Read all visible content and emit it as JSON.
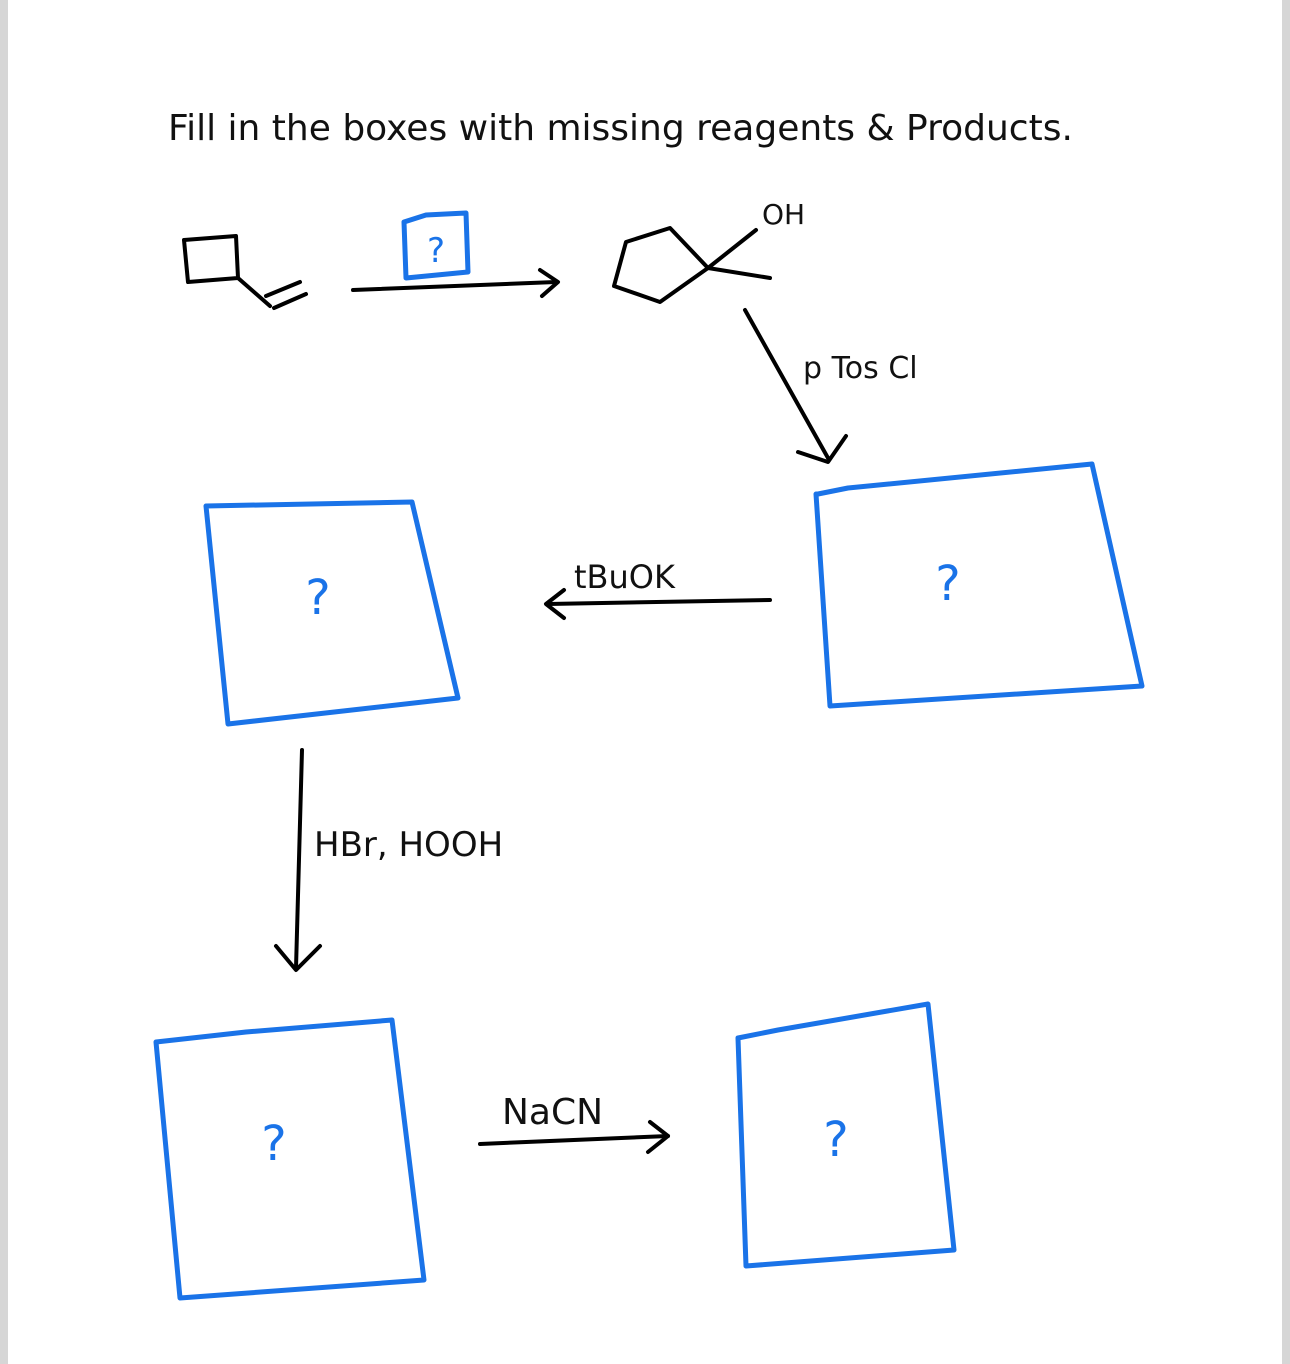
{
  "instruction": "Fill in the boxes with missing reagents & Products.",
  "colors": {
    "ink": "#000000",
    "box": "#1a73e8",
    "page": "#ffffff",
    "frame": "#d6d6d6"
  },
  "structures": {
    "start": "vinylcyclobutane",
    "alcohol": "1-methylcyclopentanol",
    "alcohol_label": "OH"
  },
  "reagents": {
    "step1": "?",
    "step2": "p Tos Cl",
    "step3": "tBuOK",
    "step4": "HBr, HOOH",
    "step5": "NaCN"
  },
  "boxes": {
    "reagent_box": "?",
    "tosylate": "?",
    "alkene": "?",
    "bromide": "?",
    "nitrile": "?"
  }
}
